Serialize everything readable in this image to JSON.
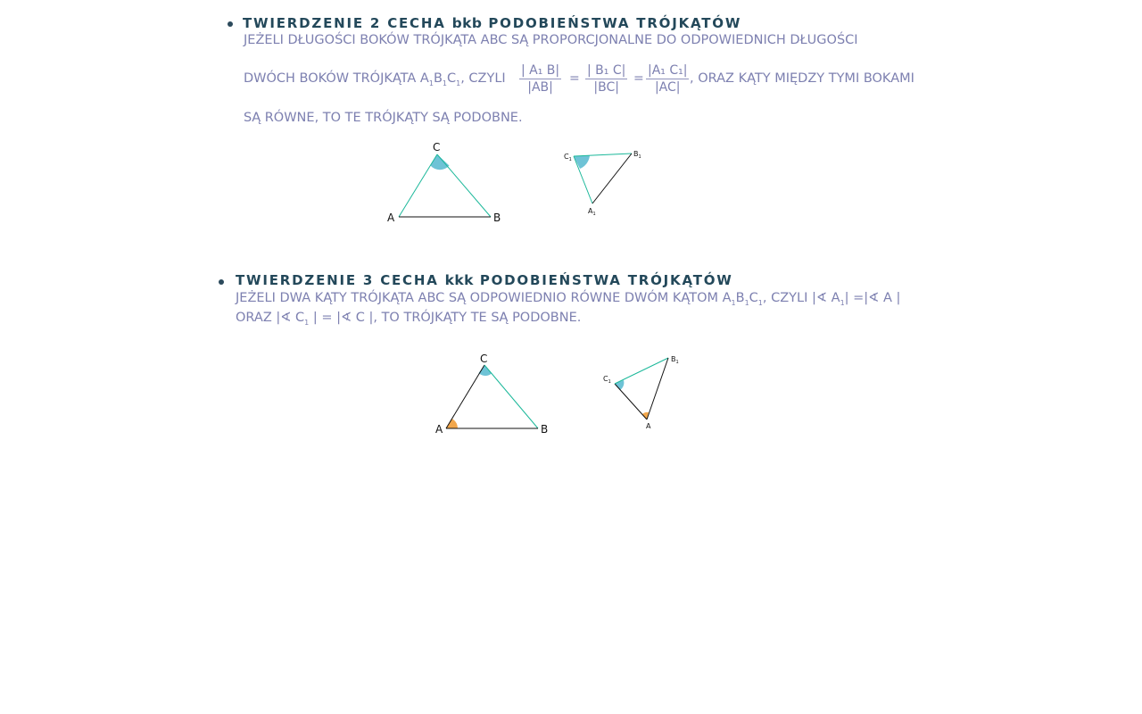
{
  "section1": {
    "heading_left": "TWIERDZENIE 2 CECHA",
    "heading_mid": "bkb",
    "heading_right": "PODOBIEŃSTWA TRÓJKĄTÓW",
    "line1": "JEŻELI DŁUGOŚCI BOKÓW TRÓJKĄTA ABC SĄ PROPORCJONALNE DO ODPOWIEDNICH DŁUGOŚCI",
    "line2_prefix": "DWÓCH BOKÓW TRÓJKĄTA A",
    "line2_b": "B",
    "line2_c": "C",
    "line2_sub": "1",
    "line2_czyli": ", CZYLI",
    "frac1_num": "| A₁ B|",
    "frac1_den": "|AB|",
    "frac2_num": "| B₁ C|",
    "frac2_den": "|BC|",
    "frac3_num": "|A₁ C₁|",
    "frac3_den": "|AC|",
    "equals": "=",
    "line2_suffix": ", ORAZ KĄTY MIĘDZY TYMI BOKAMI",
    "line3": "SĄ RÓWNE, TO TE TRÓJKĄTY SĄ PODOBNE.",
    "figure": {
      "tri1": {
        "A": "A",
        "B": "B",
        "C": "C"
      },
      "tri2": {
        "A": "A",
        "B": "B",
        "C": "C",
        "sub": "1"
      }
    }
  },
  "section2": {
    "heading_left": "TWIERDZENIE 3 CECHA",
    "heading_mid": "kkk",
    "heading_right": "PODOBIEŃSTWA TRÓJKĄTÓW",
    "line1_prefix": "JEŻELI DWA KĄTY TRÓJKĄTA ABC SĄ ODPOWIEDNIO RÓWNE DWÓM KĄTOM A",
    "line1_b": "B",
    "line1_c": "C",
    "line1_sub": "1",
    "line1_czyli": ", CZYLI |∢ A",
    "line1_end": "| =|∢ A |",
    "line2_prefix": "ORAZ  |∢  C",
    "line2_sub": "1",
    "line2_suffix": " | = |∢ C |, TO TRÓJKĄTY TE SĄ PODOBNE.",
    "figure": {
      "tri1": {
        "A": "A",
        "B": "B",
        "C": "C"
      },
      "tri2": {
        "A": "A",
        "B": "B",
        "C": "C",
        "sub": "1"
      }
    }
  },
  "colors": {
    "heading": "#23485a",
    "text": "#7d80b0",
    "teal": "#1bb89a",
    "angle_blue": "#6ec3d6",
    "angle_orange": "#f2a74c"
  }
}
